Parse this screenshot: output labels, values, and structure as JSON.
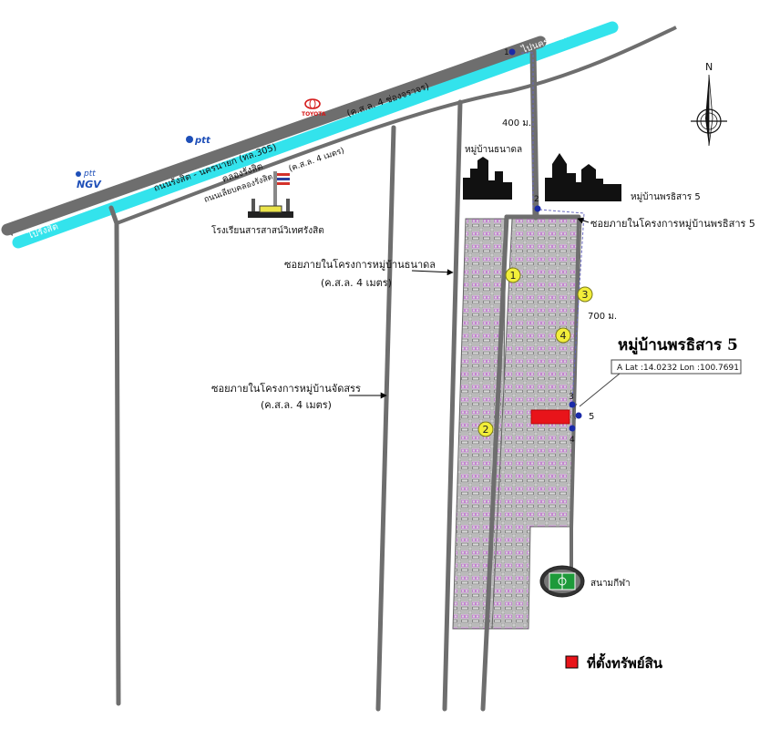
{
  "roads": {
    "main_highway": "ถนนรังสิต - นครนายก (ทล.305)",
    "direction_left": "ไปรังสิต",
    "direction_right": "ไปนครนายก",
    "frontage_upper": "(ค.ส.ล. 4 ช่องจราจร)",
    "canal": "คลองรังสิต",
    "canal_road": "ถนนเลียบคลองรังสิต",
    "canal_road_spec": "(ค.ส.ล. 4 เมตร)"
  },
  "brands": {
    "ptt": "ptt",
    "ngv": "NGV",
    "toyota": "TOYOTA"
  },
  "places": {
    "school": "โรงเรียนสารสาสน์วิเทศรังสิต",
    "village_tanadol": "หมู่บ้านธนาดล",
    "village_pornsirisarn": "หมู่บ้านพรธิสาร 5",
    "stadium": "สนามกีฬา"
  },
  "callouts": {
    "soi_tanadol": "ซอยภายในโครงการหมู่บ้านธนาดล",
    "soi_tanadol_spec": "(ค.ส.ล. 4 เมตร)",
    "soi_jadsan": "ซอยภายในโครงการหมู่บ้านจัดสรร",
    "soi_jadsan_spec": "(ค.ส.ล. 4 เมตร)",
    "soi_porn": "ซอยภายในโครงการหมู่บ้านพรธิสาร 5"
  },
  "distances": {
    "d1": "400 ม.",
    "d2": "700 ม."
  },
  "title": "หมู่บ้านพรธิสาร 5",
  "coord_box": "A  Lat :14.0232 Lon :100.7691",
  "markers": [
    "1",
    "2",
    "3",
    "4"
  ],
  "points": [
    "1",
    "2",
    "3",
    "4",
    "5"
  ],
  "compass": "N",
  "legend": {
    "label": "ที่ตั้งทรัพย์สิน",
    "color": "#e8141a"
  },
  "colors": {
    "road": "#6e6e6e",
    "canal": "#33e3ec",
    "marker": "#f2ee3a",
    "point": "#1a2aa8",
    "housing": "#cc8fd8"
  }
}
